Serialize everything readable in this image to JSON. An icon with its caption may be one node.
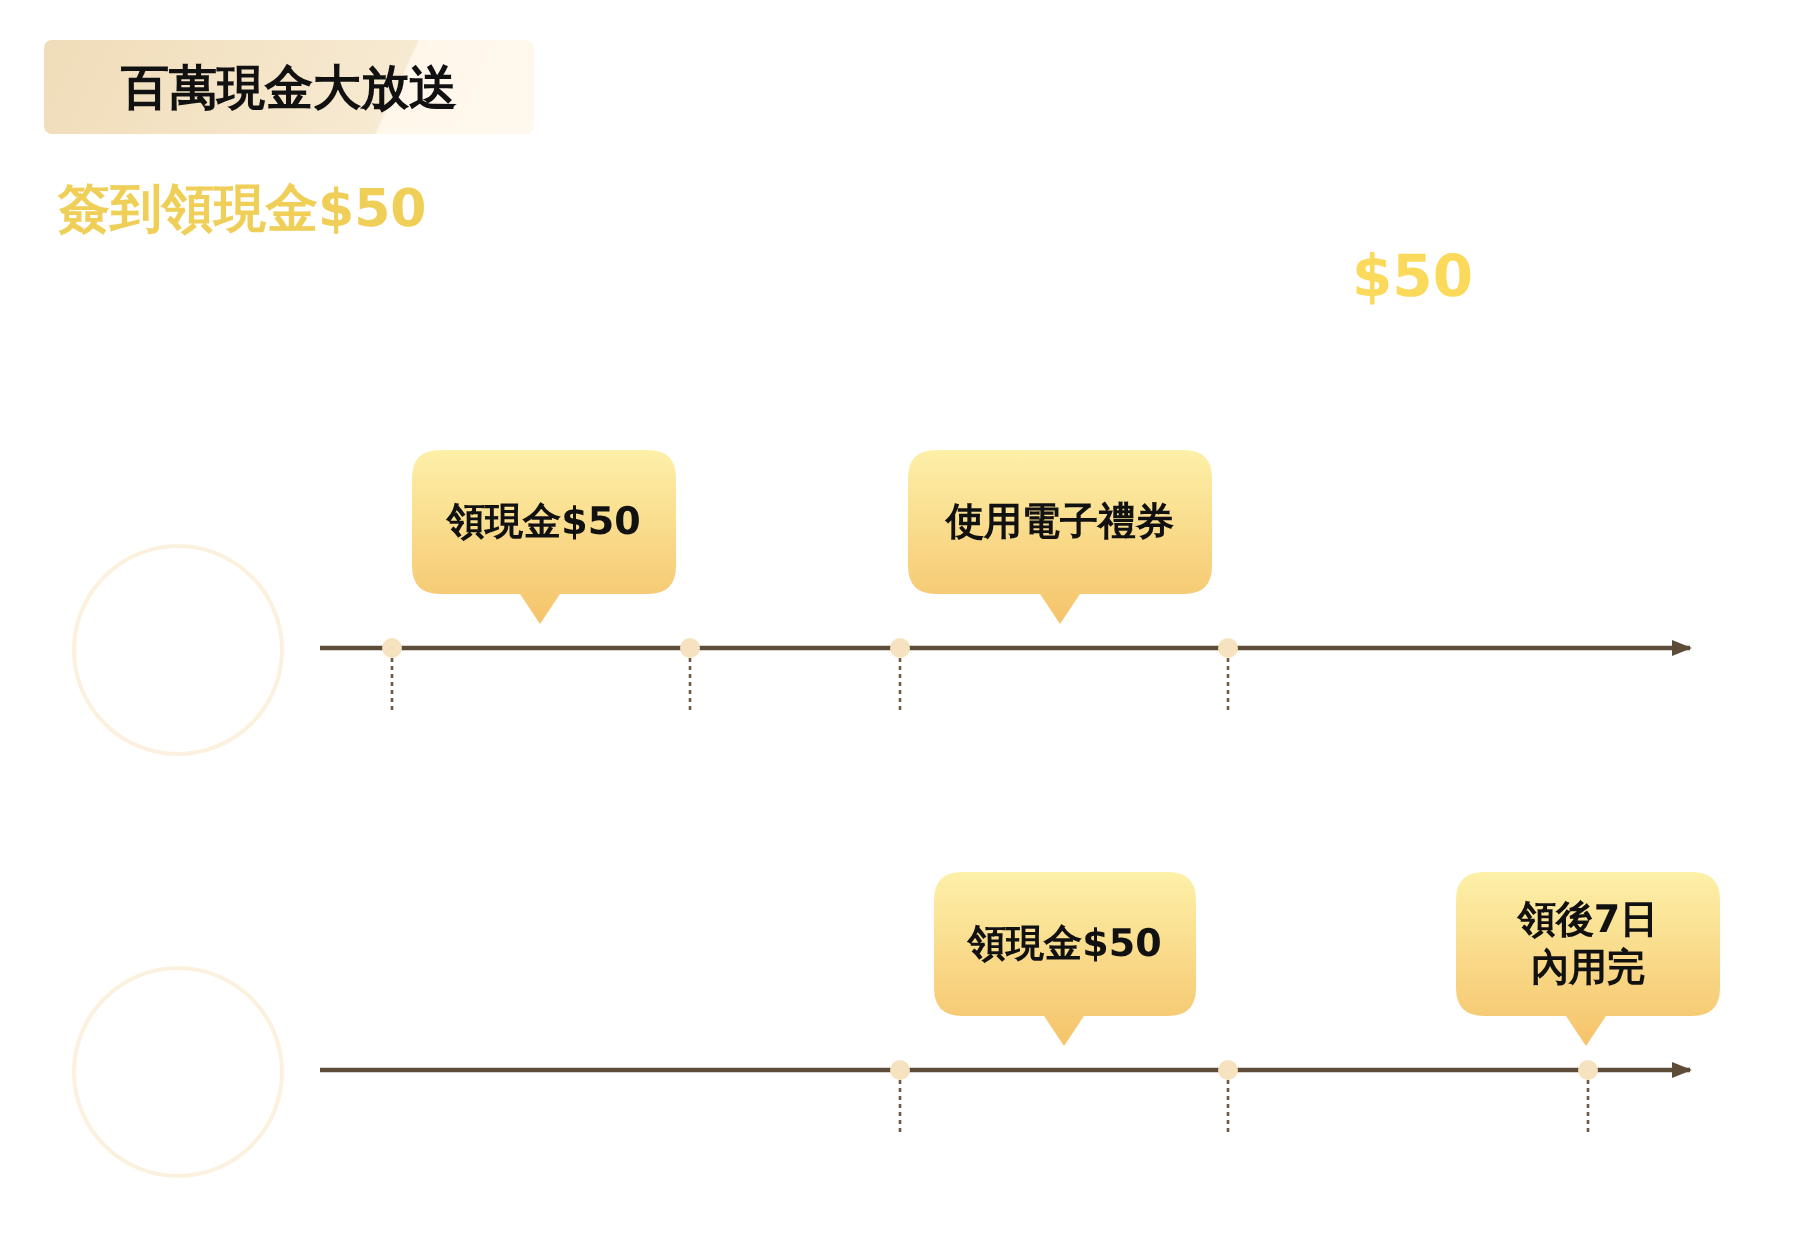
{
  "diagram": {
    "title": "百萬現金大放送",
    "nodes": [
      {
        "text": [],
        "shape": "circle"
      },
      {
        "text": [
          "領現金$50"
        ]
      },
      {
        "text": [
          "使用電子禮券"
        ]
      },
      {
        "text": [],
        "shape": "circle"
      },
      {
        "text": [
          "領現金$50"
        ]
      },
      {
        "text": [
          "領後7日內用完"
        ]
      }
    ],
    "labels": [
      "簽到領現金$50",
      "$50"
    ]
  }
}
